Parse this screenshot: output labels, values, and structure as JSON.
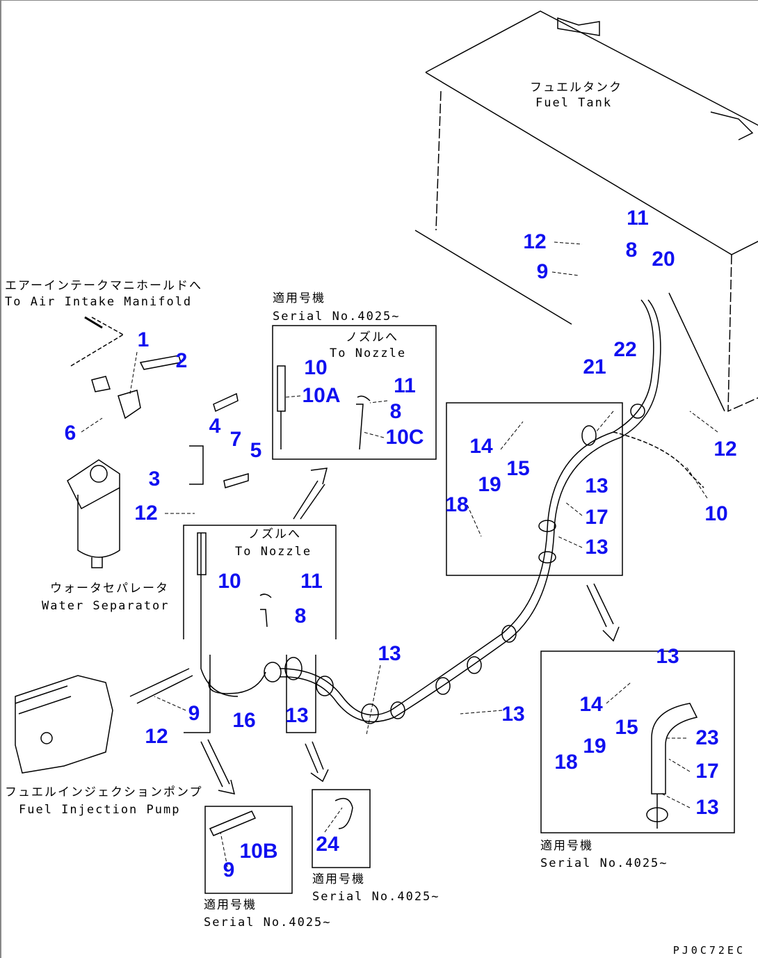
{
  "captions": {
    "fuel_tank_jp": "フュエルタンク",
    "fuel_tank_en": "Fuel Tank",
    "air_intake_jp": "エアーインテークマニホールドへ",
    "air_intake_en": "To Air Intake Manifold",
    "nozzle_jp": "ノズルへ",
    "nozzle_en": "To Nozzle",
    "water_sep_jp": "ウォータセパレータ",
    "water_sep_en": "Water Separator",
    "pump_jp": "フュエルインジェクションポンプ",
    "pump_en": "Fuel Injection Pump",
    "serial_jp": "適用号機",
    "serial_en": "Serial No.4025~",
    "drawing_code": "PJ0C72EC"
  },
  "callouts": [
    "11",
    "12",
    "8",
    "20",
    "9",
    "22",
    "21",
    "12",
    "10",
    "10",
    "10A",
    "11",
    "8",
    "10C",
    "1",
    "2",
    "6",
    "4",
    "7",
    "5",
    "3",
    "12",
    "10",
    "11",
    "8",
    "14",
    "15",
    "19",
    "18",
    "13",
    "17",
    "13",
    "13",
    "9",
    "12",
    "16",
    "13",
    "13",
    "13",
    "14",
    "15",
    "23",
    "19",
    "18",
    "17",
    "13",
    "10B",
    "9",
    "24"
  ],
  "colors": {
    "callout": "#1010f0",
    "line": "#000000"
  }
}
